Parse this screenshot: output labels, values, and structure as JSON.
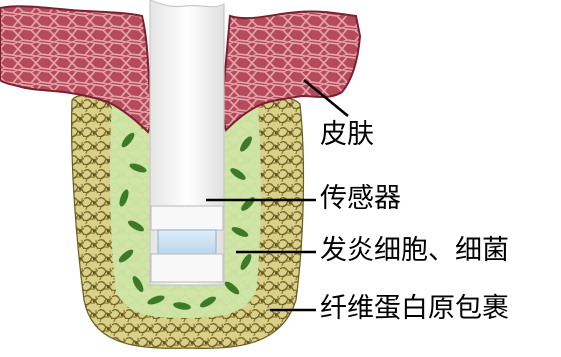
{
  "labels": {
    "skin": "皮肤",
    "sensor": "传感器",
    "inflammatory_cells": "发炎细胞、细菌",
    "fibrin_capsule": "纤维蛋白原包裹"
  },
  "colors": {
    "skin_fill": "#b44a5a",
    "skin_dark": "#7a2030",
    "skin_light": "#d8808a",
    "fibrin_brown": "#8a7a3a",
    "fibrin_light": "#c8bb70",
    "tissue_green": "#cfe6a8",
    "cell_green": "#3c7a28",
    "sensor_white": "#f4f4f4",
    "sensor_window": "#cfe2f0",
    "leader_line": "#000000"
  },
  "icons": {
    "skin": "skin-tissue-texture",
    "sensor": "sensor-probe",
    "cells": "leaf-shaped-cells",
    "fibrin": "fibrin-mesh"
  }
}
